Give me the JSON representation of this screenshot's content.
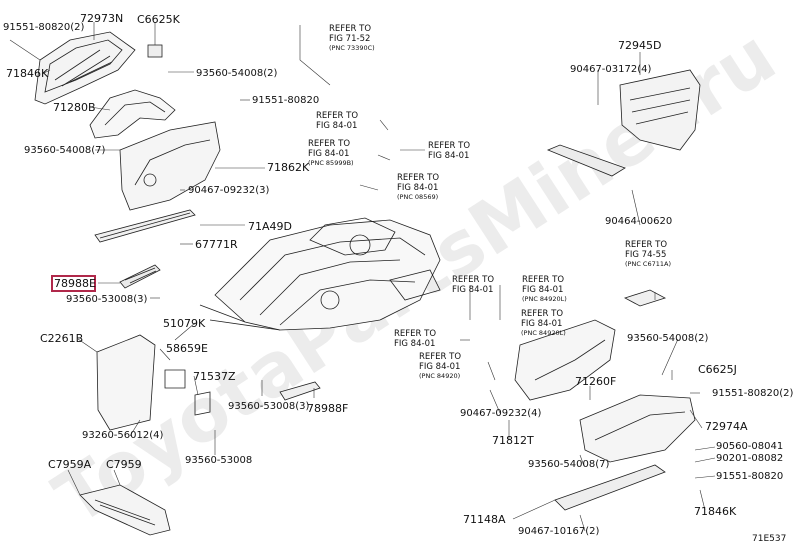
{
  "watermark": "ToyotaPartsMiner.ru",
  "diagram_code": "71E537",
  "highlight_color": "#b0284a",
  "parts": [
    {
      "id": "p-72973n",
      "text": "72973N"
    },
    {
      "id": "p-c6625k",
      "text": "C6625K"
    },
    {
      "id": "p-91551-80820-2-tl",
      "text": "91551-80820(2)"
    },
    {
      "id": "p-71846k-l",
      "text": "71846K"
    },
    {
      "id": "p-93560-54008-2",
      "text": "93560-54008(2)"
    },
    {
      "id": "p-71280b",
      "text": "71280B"
    },
    {
      "id": "p-91551-80820",
      "text": "91551-80820"
    },
    {
      "id": "p-93560-54008-7-l",
      "text": "93560-54008(7)"
    },
    {
      "id": "p-71862k",
      "text": "71862K"
    },
    {
      "id": "p-90467-09232-3",
      "text": "90467-09232(3)"
    },
    {
      "id": "p-71a49d",
      "text": "71A49D"
    },
    {
      "id": "p-67771r",
      "text": "67771R"
    },
    {
      "id": "p-78988e",
      "text": "78988E"
    },
    {
      "id": "p-93560-53008-3-l",
      "text": "93560-53008(3)"
    },
    {
      "id": "p-51079k",
      "text": "51079K"
    },
    {
      "id": "p-c2261b",
      "text": "C2261B"
    },
    {
      "id": "p-58659e",
      "text": "58659E"
    },
    {
      "id": "p-71537z",
      "text": "71537Z"
    },
    {
      "id": "p-93560-53008-3-c",
      "text": "93560-53008(3)"
    },
    {
      "id": "p-78988f",
      "text": "78988F"
    },
    {
      "id": "p-93260-56012-4",
      "text": "93260-56012(4)"
    },
    {
      "id": "p-93560-53008",
      "text": "93560-53008"
    },
    {
      "id": "p-c7959a",
      "text": "C7959A"
    },
    {
      "id": "p-c7959",
      "text": "C7959"
    },
    {
      "id": "p-72945d",
      "text": "72945D"
    },
    {
      "id": "p-90467-03172-4",
      "text": "90467-03172(4)"
    },
    {
      "id": "p-90464-00620",
      "text": "90464-00620"
    },
    {
      "id": "p-93560-54008-2-r",
      "text": "93560-54008(2)"
    },
    {
      "id": "p-c6625j",
      "text": "C6625J"
    },
    {
      "id": "p-71260f",
      "text": "71260F"
    },
    {
      "id": "p-91551-80820-2-r",
      "text": "91551-80820(2)"
    },
    {
      "id": "p-72974a",
      "text": "72974A"
    },
    {
      "id": "p-90467-09232-4",
      "text": "90467-09232(4)"
    },
    {
      "id": "p-71812t",
      "text": "71812T"
    },
    {
      "id": "p-90560-08041",
      "text": "90560-08041"
    },
    {
      "id": "p-90201-08082",
      "text": "90201-08082"
    },
    {
      "id": "p-93560-54008-7-r",
      "text": "93560-54008(7)"
    },
    {
      "id": "p-91551-80820-r",
      "text": "91551-80820"
    },
    {
      "id": "p-71148a",
      "text": "71148A"
    },
    {
      "id": "p-71846k-r",
      "text": "71846K"
    },
    {
      "id": "p-90467-10167-2",
      "text": "90467-10167(2)"
    }
  ],
  "refs": [
    {
      "id": "r-71-52",
      "lines": "REFER TO\nFIG 71-52",
      "pnc": "(PNC 73390C)"
    },
    {
      "id": "r-84-01-a",
      "lines": "REFER TO\nFIG 84-01",
      "pnc": ""
    },
    {
      "id": "r-84-01-b",
      "lines": "REFER TO\nFIG 84-01",
      "pnc": "(PNC 85999B)"
    },
    {
      "id": "r-84-01-c",
      "lines": "REFER TO\nFIG 84-01",
      "pnc": ""
    },
    {
      "id": "r-84-01-d",
      "lines": "REFER TO\nFIG 84-01",
      "pnc": "(PNC 08569)"
    },
    {
      "id": "r-74-55",
      "lines": "REFER TO\nFIG 74-55",
      "pnc": "(PNC C6711A)"
    },
    {
      "id": "r-84-01-e",
      "lines": "REFER TO\nFIG 84-01",
      "pnc": ""
    },
    {
      "id": "r-84-01-f",
      "lines": "REFER TO\nFIG 84-01",
      "pnc": "(PNC 84920L)"
    },
    {
      "id": "r-84-01-g",
      "lines": "REFER TO\nFIG 84-01",
      "pnc": "(PNC 84920L)"
    },
    {
      "id": "r-84-01-h",
      "lines": "REFER TO\nFIG 84-01",
      "pnc": ""
    },
    {
      "id": "r-84-01-i",
      "lines": "REFER TO\nFIG 84-01",
      "pnc": "(PNC 84920)"
    }
  ]
}
